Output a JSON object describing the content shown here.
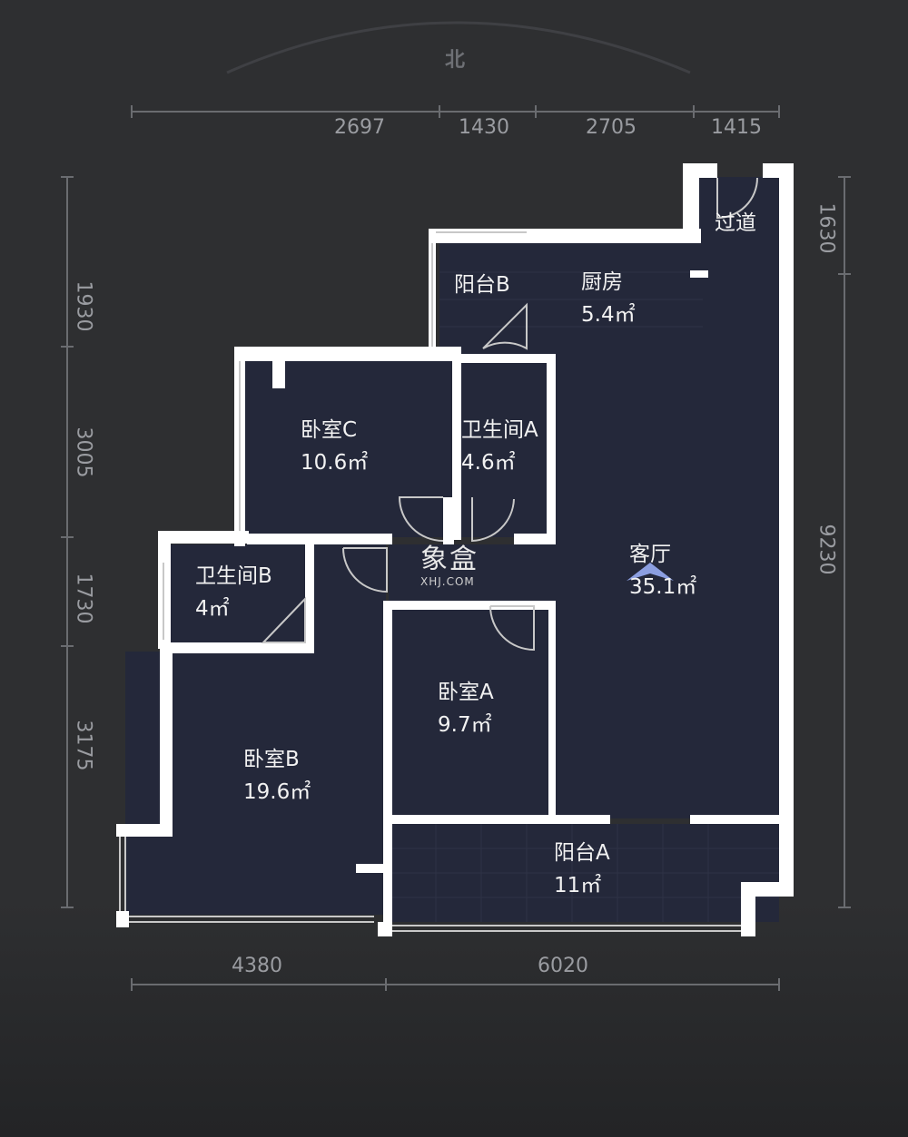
{
  "compass": {
    "direction": "北"
  },
  "dimensions": {
    "top": [
      "2697",
      "1430",
      "2705",
      "1415"
    ],
    "bottom": [
      "4380",
      "6020"
    ],
    "left": [
      "1930",
      "3005",
      "1730",
      "3175"
    ],
    "right": [
      "1630",
      "9230"
    ]
  },
  "rooms": {
    "corridor": {
      "name": "过道"
    },
    "balcony_b": {
      "name": "阳台B"
    },
    "kitchen": {
      "name": "厨房",
      "area": "5.4㎡"
    },
    "bedroom_c": {
      "name": "卧室C",
      "area": "10.6㎡"
    },
    "bathroom_a": {
      "name": "卫生间A",
      "area": "4.6㎡"
    },
    "living_room": {
      "name": "客厅",
      "area": "35.1㎡"
    },
    "bathroom_b": {
      "name": "卫生间B",
      "area": "4㎡"
    },
    "bedroom_a": {
      "name": "卧室A",
      "area": "9.7㎡"
    },
    "bedroom_b": {
      "name": "卧室B",
      "area": "19.6㎡"
    },
    "balcony_a": {
      "name": "阳台A",
      "area": "11㎡"
    }
  },
  "watermark": {
    "logo_cn": "象盒",
    "logo_en": "XHJ.COM"
  },
  "colors": {
    "background": "#2e2f31",
    "room_fill": "#24283a",
    "wall": "#ffffff",
    "dimension_line": "#6a6c70"
  }
}
